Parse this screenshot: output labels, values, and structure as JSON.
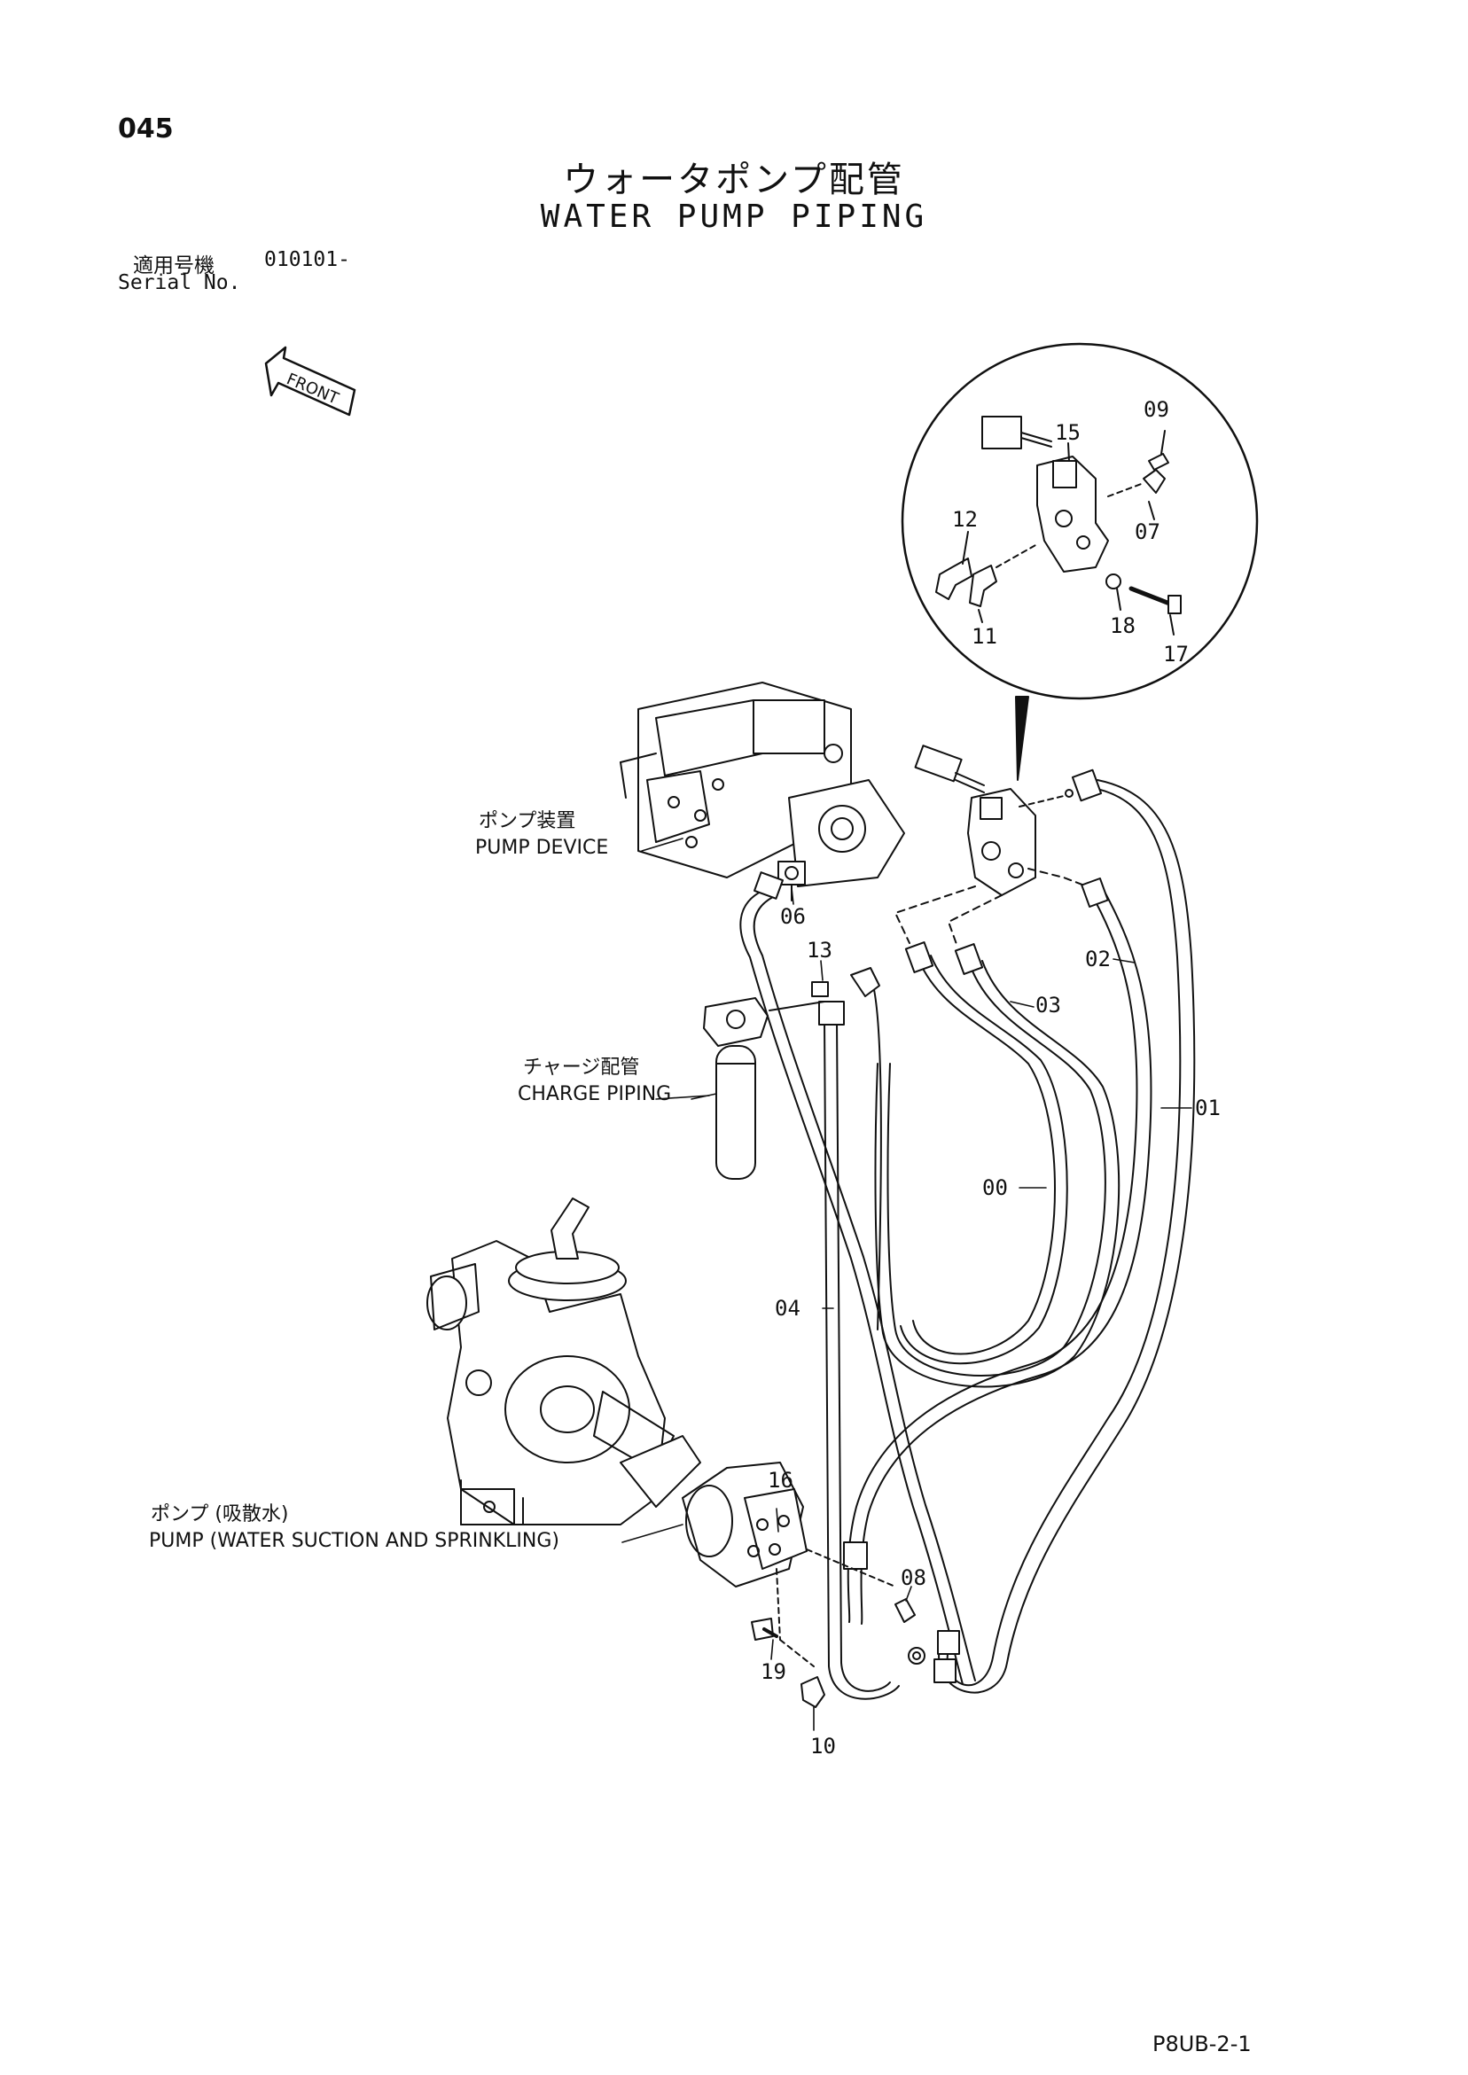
{
  "page_number": "045",
  "title_jp": "ウォータポンプ配管",
  "title_en": "WATER PUMP PIPING",
  "serial": {
    "label_jp": "適用号機",
    "label_en": "Serial No.",
    "value": "010101-"
  },
  "front_label": "FRONT",
  "callouts": {
    "pump_device_jp": "ポンプ装置",
    "pump_device_en": "PUMP DEVICE",
    "charge_piping_jp": "チャージ配管",
    "charge_piping_en": "CHARGE PIPING",
    "pump_jp": "ポンプ (吸散水)",
    "pump_en": "PUMP (WATER SUCTION AND SPRINKLING)"
  },
  "part_numbers": {
    "p00": "00",
    "p01": "01",
    "p02": "02",
    "p03": "03",
    "p04": "04",
    "p06": "06",
    "p07": "07",
    "p08": "08",
    "p09": "09",
    "p10": "10",
    "p11": "11",
    "p12": "12",
    "p13": "13",
    "p15": "15",
    "p16": "16",
    "p17": "17",
    "p18": "18",
    "p19": "19"
  },
  "footer_code": "P8UB-2-1"
}
